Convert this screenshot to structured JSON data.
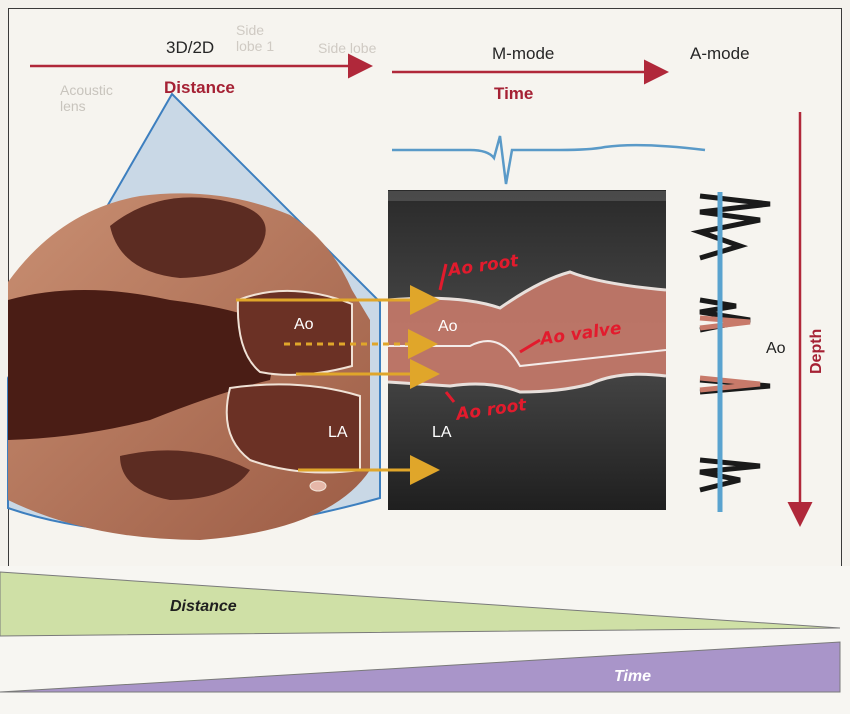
{
  "header": {
    "mode_2d": "3D/2D",
    "mode_m": "M-mode",
    "mode_a": "A-mode",
    "axis_distance": "Distance",
    "axis_time": "Time",
    "axis_depth": "Depth"
  },
  "faded_labels": {
    "side_lobe": "Side lobe 1",
    "side_lobe_2": "Side lobe",
    "acoustic_lens": "Acoustic lens"
  },
  "structures": {
    "ao_2d": "Ao",
    "la_2d": "LA",
    "ao_mmode": "Ao",
    "la_mmode": "LA",
    "ao_amode": "Ao"
  },
  "handwritten": {
    "root_top": "Ao root",
    "valve": "Ao valve",
    "root_bottom": "Ao root"
  },
  "bottom": {
    "distance_wedge": "Distance",
    "time_wedge": "Time"
  },
  "colors": {
    "accent_red": "#a52134",
    "ecg_blue": "#5a9ac8",
    "arrow_gold": "#e0a62a",
    "wedge_green": "#cfe0a6",
    "wedge_purple": "#a995c9"
  }
}
